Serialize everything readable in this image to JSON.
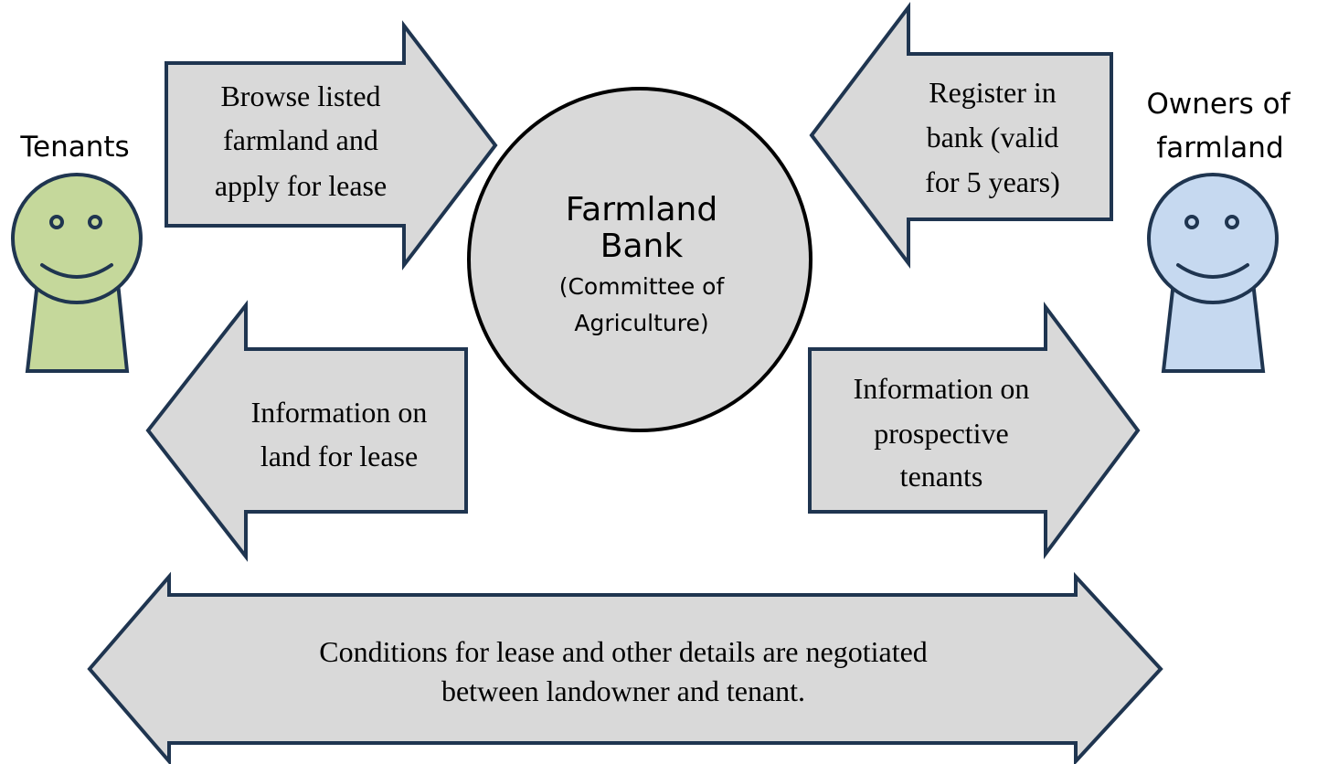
{
  "nodes": {
    "tenants": {
      "label": "Tenants"
    },
    "owners": {
      "label_line1": "Owners of",
      "label_line2": "farmland"
    },
    "bank": {
      "title_line1": "Farmland",
      "title_line2": "Bank",
      "sub_line1": "(Committee of",
      "sub_line2": "Agriculture)"
    }
  },
  "arrows": {
    "browse": {
      "line1": "Browse listed",
      "line2": "farmland and",
      "line3": "apply for lease"
    },
    "register": {
      "line1": "Register in",
      "line2": "bank (valid",
      "line3": "for 5 years)"
    },
    "land_info": {
      "line1": "Information on",
      "line2": "land for lease"
    },
    "tenant_info": {
      "line1": "Information on",
      "line2": "prospective",
      "line3": "tenants"
    },
    "negotiation": {
      "line1": "Conditions for lease and other details are negotiated",
      "line2": "between landowner and tenant."
    }
  },
  "colors": {
    "arrow_fill": "#d9d9d9",
    "arrow_stroke": "#1f3550",
    "tenant_figure": "#c5d89b",
    "owner_figure": "#c6d9f0"
  }
}
